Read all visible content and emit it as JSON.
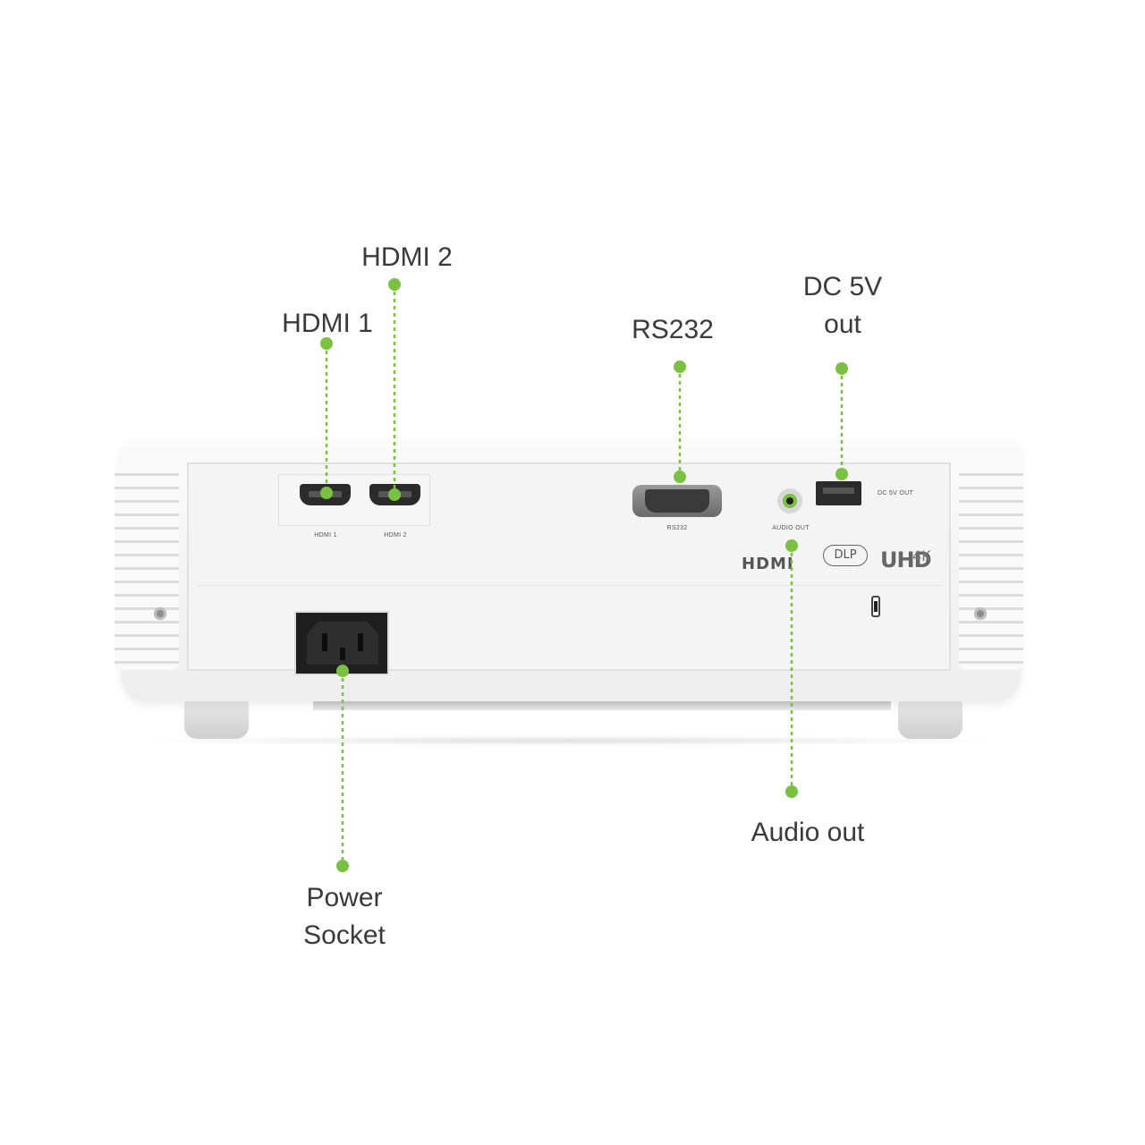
{
  "accent_color": "#7ac142",
  "callouts": {
    "hdmi1": "HDMI 1",
    "hdmi2": "HDMI 2",
    "rs232": "RS232",
    "dc5v_line1": "DC 5V",
    "dc5v_line2": "out",
    "audio_out": "Audio out",
    "power_line1": "Power",
    "power_line2": "Socket"
  },
  "panel_captions": {
    "hdmi1": "HDMI 1",
    "hdmi2": "HDMI 2",
    "rs232": "RS232",
    "audio": "AUDIO OUT",
    "dc": "DC 5V OUT"
  },
  "logos": {
    "hdmi": "HDMI",
    "dlp": "DLP",
    "uhd": "UHD",
    "k4": "4K"
  }
}
